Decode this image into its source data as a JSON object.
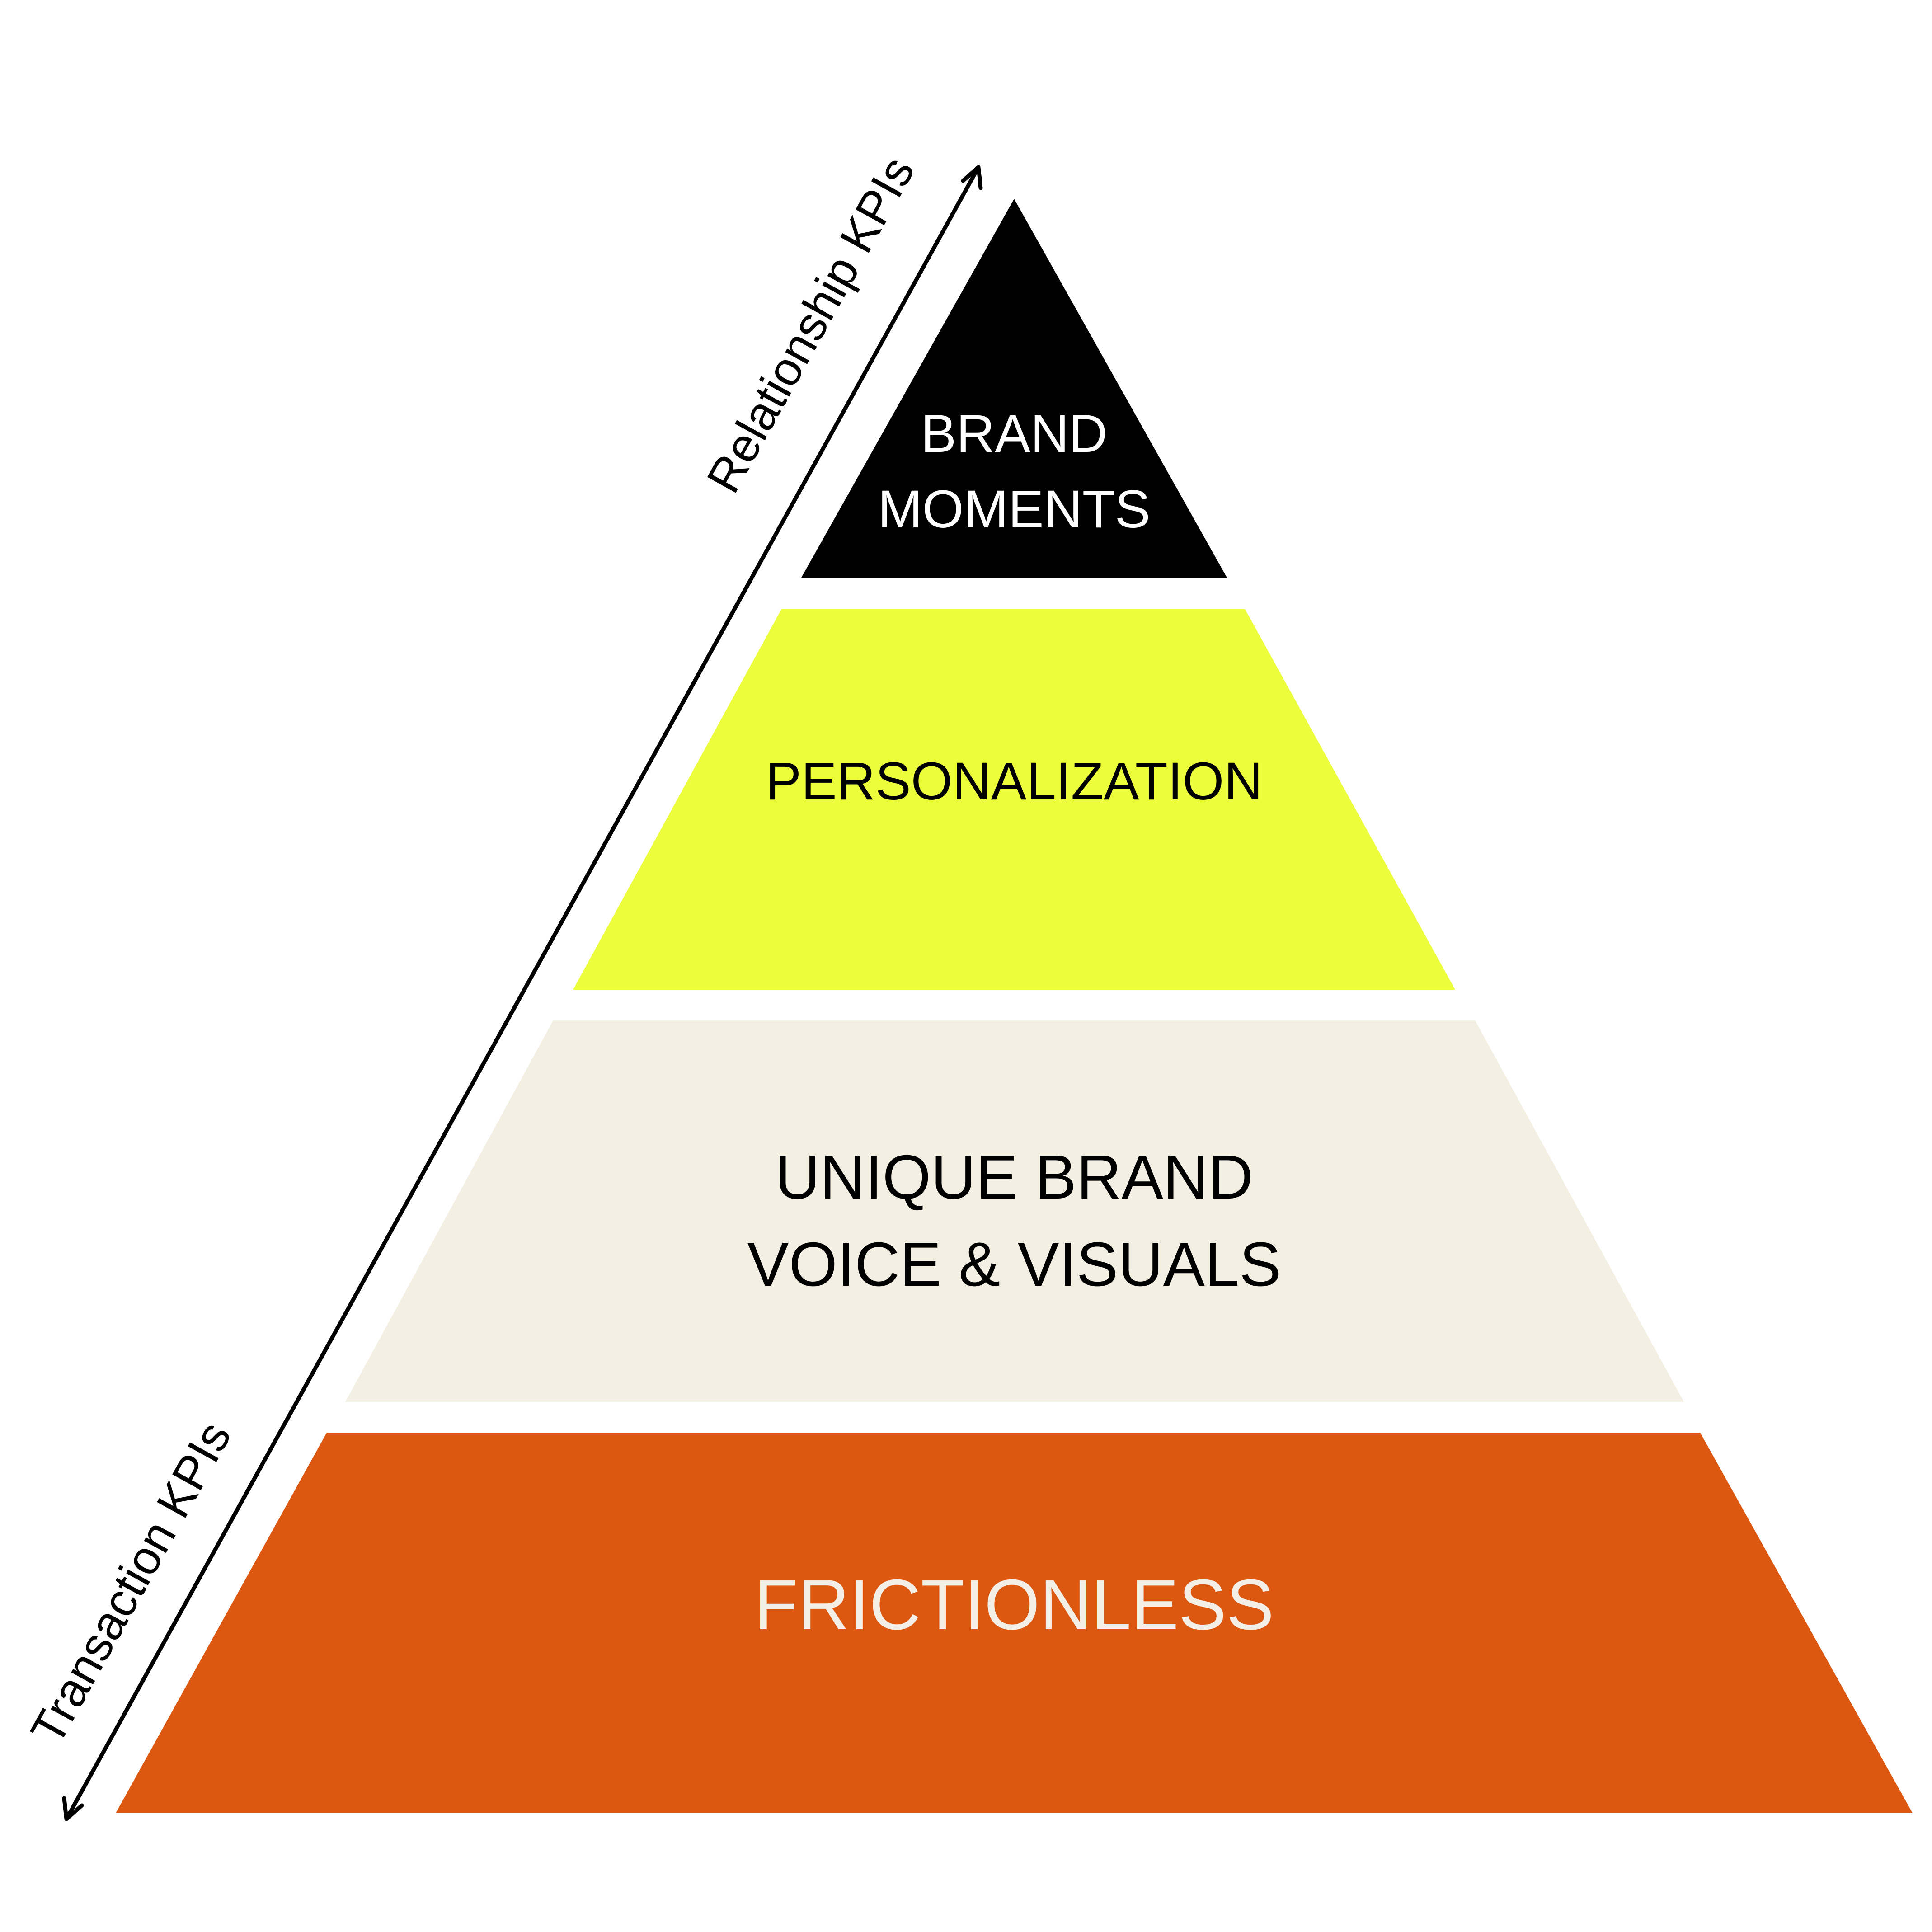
{
  "pyramid": {
    "tiers": [
      {
        "id": "brand-moments",
        "lines": [
          "BRAND",
          "MOMENTS"
        ],
        "fill": "#000000",
        "text_color": "#ffffff"
      },
      {
        "id": "personalization",
        "lines": [
          "PERSONALIZATION"
        ],
        "fill": "#ecfd3c",
        "text_color": "#000000"
      },
      {
        "id": "unique-brand",
        "lines": [
          "UNIQUE BRAND",
          "VOICE & VISUALS"
        ],
        "fill": "#f3efe3",
        "text_color": "#000000"
      },
      {
        "id": "frictionless",
        "lines": [
          "FRICTIONLESS"
        ],
        "fill": "#dc5710",
        "text_color": "#f3efe6"
      }
    ]
  },
  "axis": {
    "top_label": "Relationship KPIs",
    "bottom_label": "Transaction KPIs",
    "direction": "bidirectional",
    "color": "#000000"
  }
}
